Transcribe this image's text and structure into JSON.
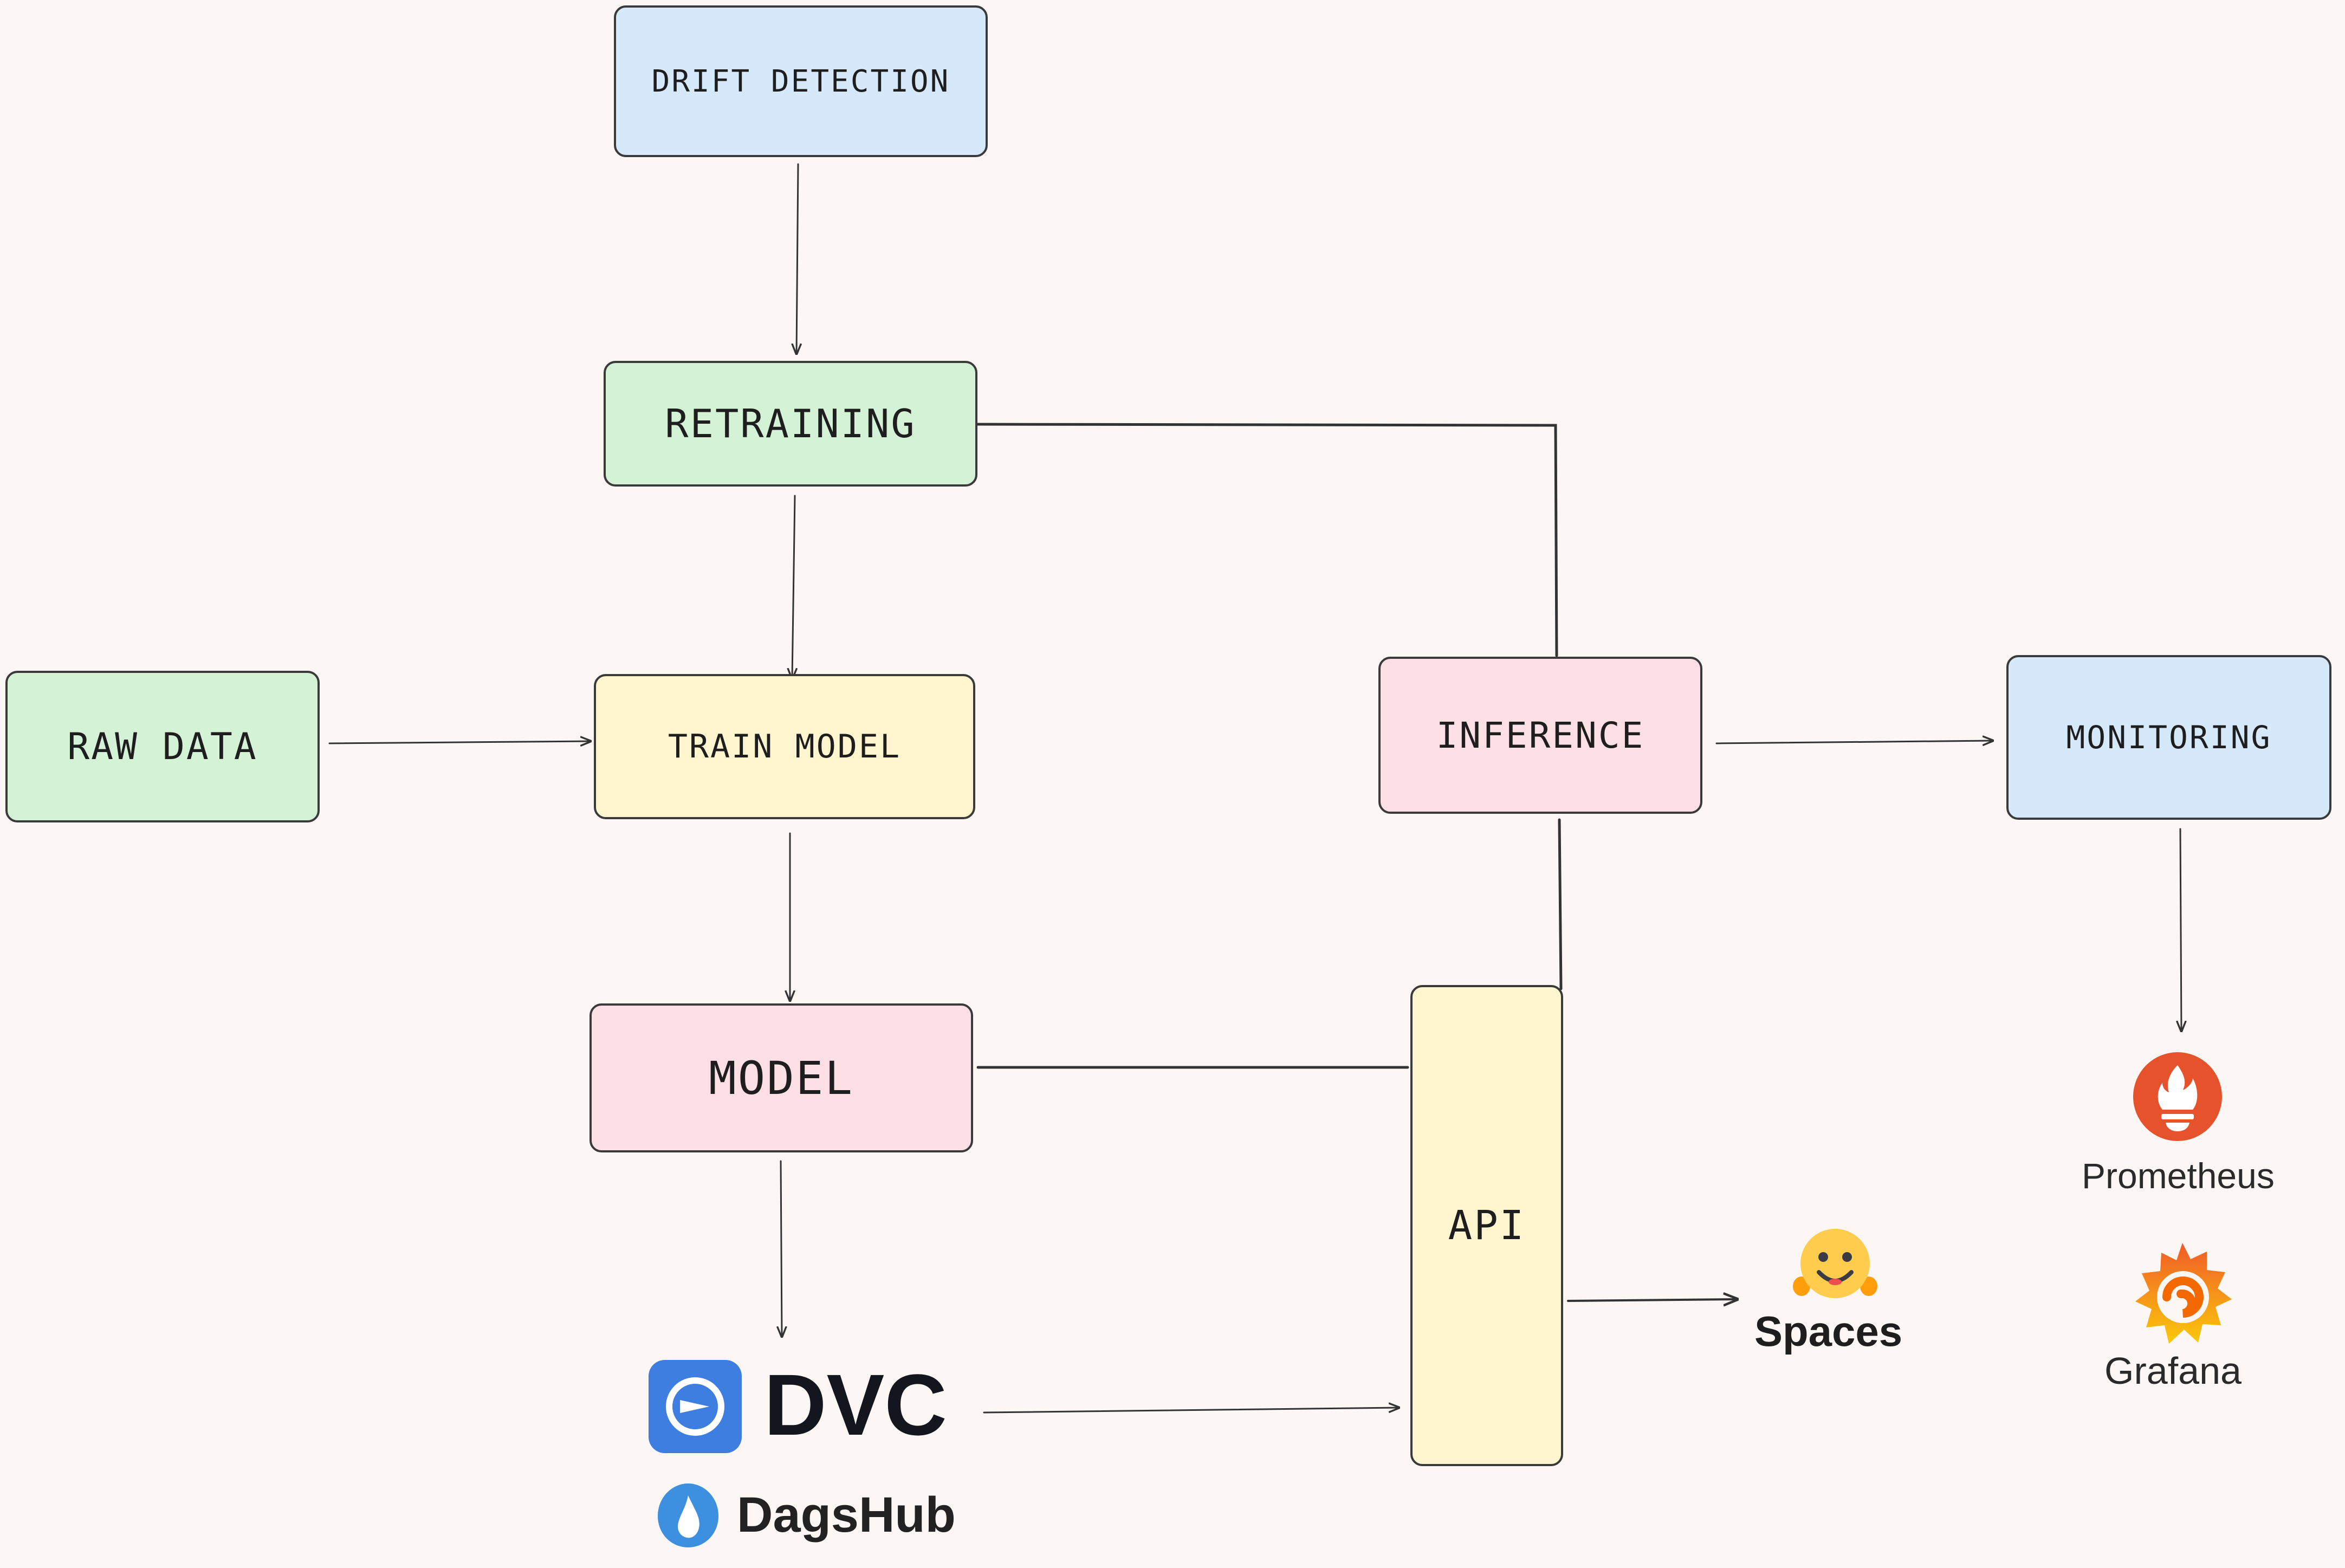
{
  "nodes": {
    "drift_detection": "DRIFT DETECTION",
    "retraining": "RETRAINING",
    "raw_data": "RAW DATA",
    "train_model": "TRAIN MODEL",
    "inference": "INFERENCE",
    "monitoring": "MONITORING",
    "model": "MODEL",
    "api": "API"
  },
  "logos": {
    "dvc": "DVC",
    "dagshub": "DagsHub",
    "spaces": "Spaces",
    "prometheus": "Prometheus",
    "grafana": "Grafana"
  },
  "icons": {
    "dvc": "dvc-icon",
    "dagshub": "dagshub-icon",
    "spaces": "hugging-face-icon",
    "prometheus": "prometheus-icon",
    "grafana": "grafana-icon"
  },
  "edges": [
    {
      "from": "drift_detection",
      "to": "retraining"
    },
    {
      "from": "retraining",
      "to": "train_model"
    },
    {
      "from": "retraining",
      "to": "inference"
    },
    {
      "from": "raw_data",
      "to": "train_model"
    },
    {
      "from": "train_model",
      "to": "model"
    },
    {
      "from": "model",
      "to": "dvc"
    },
    {
      "from": "model",
      "to": "api"
    },
    {
      "from": "dvc",
      "to": "api"
    },
    {
      "from": "inference",
      "to": "api"
    },
    {
      "from": "inference",
      "to": "monitoring"
    },
    {
      "from": "monitoring",
      "to": "prometheus"
    },
    {
      "from": "api",
      "to": "spaces"
    }
  ],
  "colors": {
    "background": "#fcf7f4",
    "blue_fill": "#d6e9fb",
    "green_fill": "#d4f2d6",
    "yellow_fill": "#fff6cf",
    "pink_fill": "#fde0e6",
    "dvc_blue": "#3d7ee0",
    "prometheus_orange": "#e6522c",
    "grafana_orange": "#f46800",
    "hugging_face_yellow": "#ffcc4d"
  }
}
